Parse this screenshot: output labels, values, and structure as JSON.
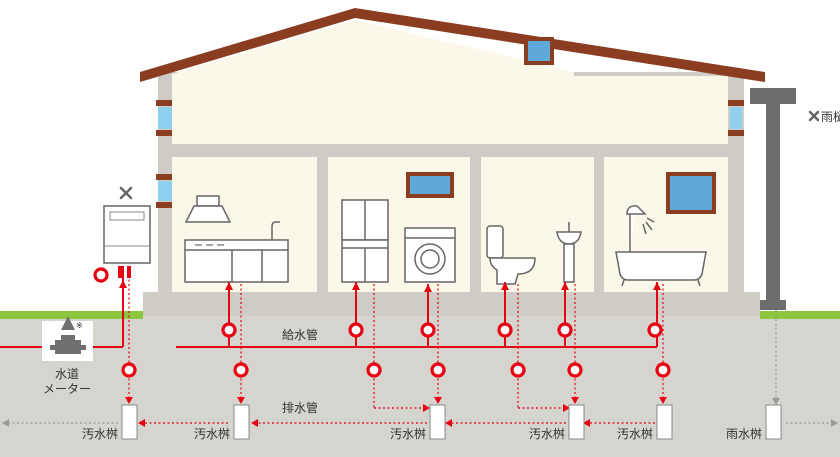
{
  "labels": {
    "supply_pipe": "給水管",
    "drain_pipe": "排水管",
    "water_meter_line1": "水道",
    "water_meter_line2": "メーター",
    "rain_gutter": "雨樋",
    "sewage_pit": "汚水桝",
    "rain_pit": "雨水桝",
    "note_mark": "※"
  },
  "colors": {
    "pipe_red": "#e60012",
    "ground": "#d6d4cf",
    "wall": "#cfccc6",
    "interior": "#fbf8e9",
    "roof": "#8b3d22",
    "grass": "#8cc63f",
    "gutter": "#6d6d6d",
    "window": "#5ea9d8",
    "dashed_gray": "#9a9a9a"
  },
  "icons": {
    "heater_unavailable": "x-mark-icon",
    "gutter_unavailable": "x-mark-icon",
    "meter_warning": "triangle-icon",
    "check_point": "red-ring-icon"
  }
}
